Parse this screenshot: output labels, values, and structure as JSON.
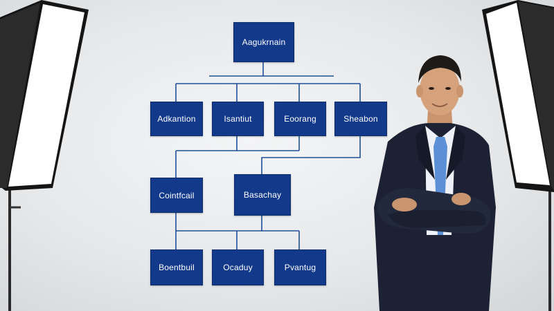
{
  "org_chart": {
    "root": "Aagukrnain",
    "level_1": [
      "Adkantion",
      "Isantiut",
      "Eoorang",
      "Sheabon"
    ],
    "level_2": [
      "Cointfcail",
      "Basachay"
    ],
    "level_3": [
      "Boentbuil",
      "Ocaduy",
      "Pvantug"
    ]
  },
  "colors": {
    "node_fill": "#13398a",
    "connector": "#1f4f99",
    "backdrop": "#e6e8ea",
    "suit": "#1c2233",
    "tie": "#5b8fd6"
  },
  "scene": {
    "left_light": "softbox-light",
    "right_light": "softbox-light",
    "person": "businessman-arms-crossed"
  }
}
